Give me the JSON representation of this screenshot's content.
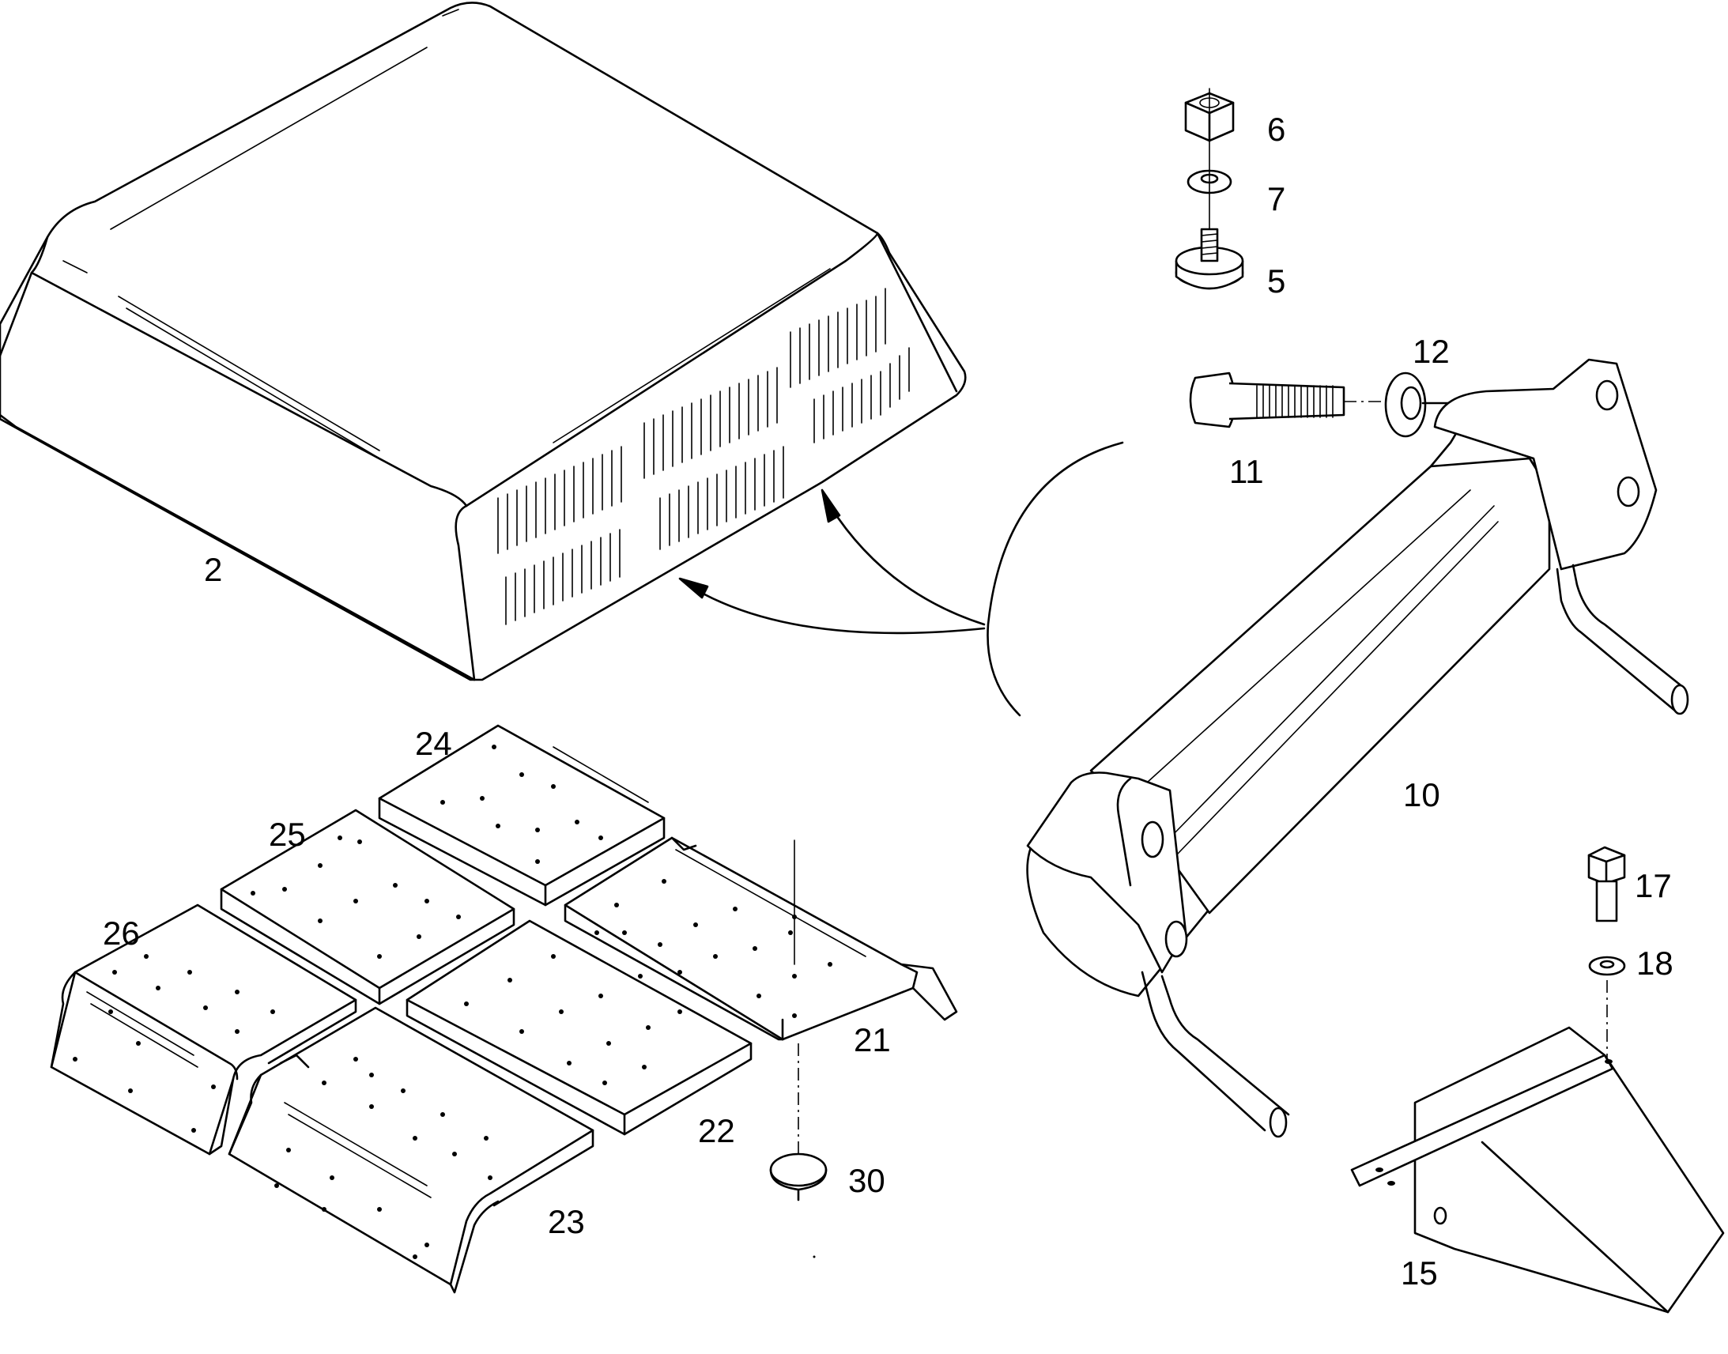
{
  "labels": {
    "part_2": "2",
    "part_5": "5",
    "part_6": "6",
    "part_7": "7",
    "part_10": "10",
    "part_11": "11",
    "part_12": "12",
    "part_15": "15",
    "part_17": "17",
    "part_18": "18",
    "part_21": "21",
    "part_22": "22",
    "part_23": "23",
    "part_24": "24",
    "part_25": "25",
    "part_26": "26",
    "part_30": "30"
  }
}
